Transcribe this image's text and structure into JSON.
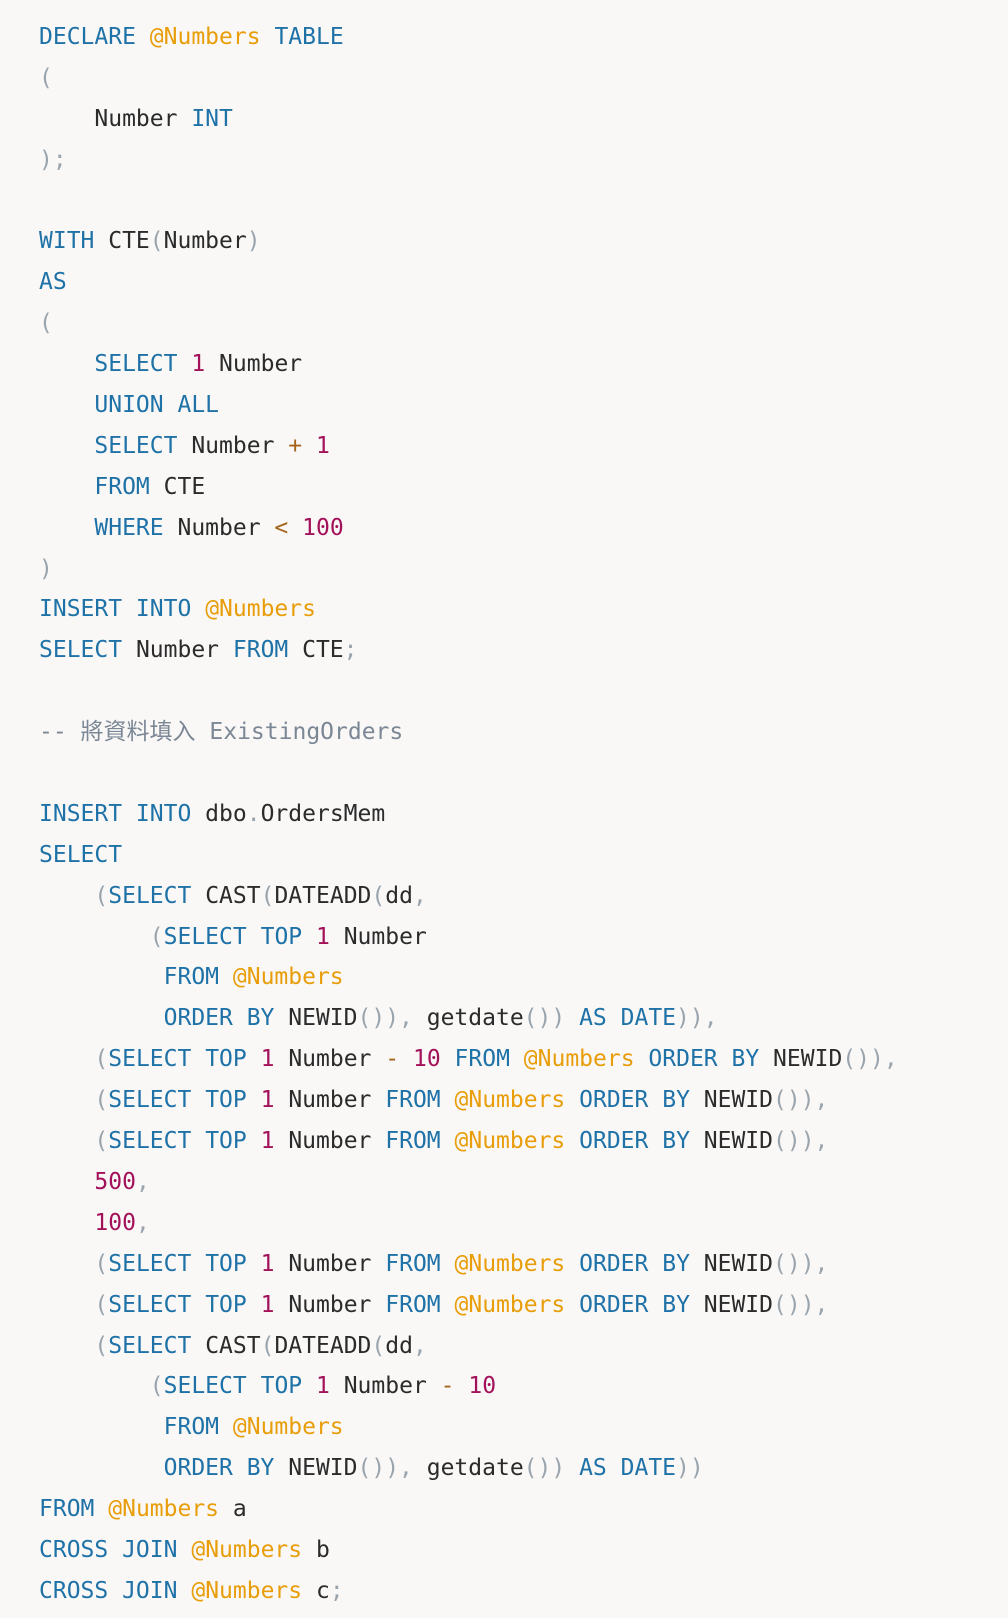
{
  "code": {
    "language": "sql",
    "lines": [
      [
        {
          "t": "DECLARE",
          "c": "kw"
        },
        {
          "t": " ",
          "c": ""
        },
        {
          "t": "@Numbers",
          "c": "var"
        },
        {
          "t": " ",
          "c": ""
        },
        {
          "t": "TABLE",
          "c": "kw"
        }
      ],
      [
        {
          "t": "(",
          "c": "punc"
        }
      ],
      [
        {
          "t": "    Number ",
          "c": ""
        },
        {
          "t": "INT",
          "c": "kw"
        }
      ],
      [
        {
          "t": ");",
          "c": "punc"
        }
      ],
      [],
      [
        {
          "t": "WITH",
          "c": "kw"
        },
        {
          "t": " CTE",
          "c": ""
        },
        {
          "t": "(",
          "c": "punc"
        },
        {
          "t": "Number",
          "c": ""
        },
        {
          "t": ")",
          "c": "punc"
        }
      ],
      [
        {
          "t": "AS",
          "c": "kw"
        }
      ],
      [
        {
          "t": "(",
          "c": "punc"
        }
      ],
      [
        {
          "t": "    ",
          "c": ""
        },
        {
          "t": "SELECT",
          "c": "kw"
        },
        {
          "t": " ",
          "c": ""
        },
        {
          "t": "1",
          "c": "num"
        },
        {
          "t": " Number",
          "c": ""
        }
      ],
      [
        {
          "t": "    ",
          "c": ""
        },
        {
          "t": "UNION ALL",
          "c": "kw"
        }
      ],
      [
        {
          "t": "    ",
          "c": ""
        },
        {
          "t": "SELECT",
          "c": "kw"
        },
        {
          "t": " Number ",
          "c": ""
        },
        {
          "t": "+",
          "c": "op"
        },
        {
          "t": " ",
          "c": ""
        },
        {
          "t": "1",
          "c": "num"
        }
      ],
      [
        {
          "t": "    ",
          "c": ""
        },
        {
          "t": "FROM",
          "c": "kw"
        },
        {
          "t": " CTE",
          "c": ""
        }
      ],
      [
        {
          "t": "    ",
          "c": ""
        },
        {
          "t": "WHERE",
          "c": "kw"
        },
        {
          "t": " Number ",
          "c": ""
        },
        {
          "t": "<",
          "c": "op"
        },
        {
          "t": " ",
          "c": ""
        },
        {
          "t": "100",
          "c": "num"
        }
      ],
      [
        {
          "t": ")",
          "c": "punc"
        }
      ],
      [
        {
          "t": "INSERT INTO",
          "c": "kw"
        },
        {
          "t": " ",
          "c": ""
        },
        {
          "t": "@Numbers",
          "c": "var"
        }
      ],
      [
        {
          "t": "SELECT",
          "c": "kw"
        },
        {
          "t": " Number ",
          "c": ""
        },
        {
          "t": "FROM",
          "c": "kw"
        },
        {
          "t": " CTE",
          "c": ""
        },
        {
          "t": ";",
          "c": "punc"
        }
      ],
      [],
      [
        {
          "t": "-- ",
          "c": "cmt"
        },
        {
          "t": "將資料填入",
          "c": "cmt cmt-cjk"
        },
        {
          "t": " ExistingOrders",
          "c": "cmt"
        }
      ],
      [],
      [
        {
          "t": "INSERT INTO",
          "c": "kw"
        },
        {
          "t": " dbo",
          "c": ""
        },
        {
          "t": ".",
          "c": "punc"
        },
        {
          "t": "OrdersMem",
          "c": ""
        }
      ],
      [
        {
          "t": "SELECT",
          "c": "kw"
        }
      ],
      [
        {
          "t": "    ",
          "c": ""
        },
        {
          "t": "(",
          "c": "punc"
        },
        {
          "t": "SELECT",
          "c": "kw"
        },
        {
          "t": " CAST",
          "c": ""
        },
        {
          "t": "(",
          "c": "punc"
        },
        {
          "t": "DATEADD",
          "c": ""
        },
        {
          "t": "(",
          "c": "punc"
        },
        {
          "t": "dd",
          "c": ""
        },
        {
          "t": ",",
          "c": "punc"
        }
      ],
      [
        {
          "t": "        ",
          "c": ""
        },
        {
          "t": "(",
          "c": "punc"
        },
        {
          "t": "SELECT",
          "c": "kw"
        },
        {
          "t": " ",
          "c": ""
        },
        {
          "t": "TOP",
          "c": "kw"
        },
        {
          "t": " ",
          "c": ""
        },
        {
          "t": "1",
          "c": "num"
        },
        {
          "t": " Number",
          "c": ""
        }
      ],
      [
        {
          "t": "         ",
          "c": ""
        },
        {
          "t": "FROM",
          "c": "kw"
        },
        {
          "t": " ",
          "c": ""
        },
        {
          "t": "@Numbers",
          "c": "var"
        }
      ],
      [
        {
          "t": "         ",
          "c": ""
        },
        {
          "t": "ORDER BY",
          "c": "kw"
        },
        {
          "t": " NEWID",
          "c": ""
        },
        {
          "t": "()),",
          "c": "punc"
        },
        {
          "t": " getdate",
          "c": ""
        },
        {
          "t": "())",
          "c": "punc"
        },
        {
          "t": " ",
          "c": ""
        },
        {
          "t": "AS",
          "c": "kw"
        },
        {
          "t": " ",
          "c": ""
        },
        {
          "t": "DATE",
          "c": "kw"
        },
        {
          "t": ")),",
          "c": "punc"
        }
      ],
      [
        {
          "t": "    ",
          "c": ""
        },
        {
          "t": "(",
          "c": "punc"
        },
        {
          "t": "SELECT",
          "c": "kw"
        },
        {
          "t": " ",
          "c": ""
        },
        {
          "t": "TOP",
          "c": "kw"
        },
        {
          "t": " ",
          "c": ""
        },
        {
          "t": "1",
          "c": "num"
        },
        {
          "t": " Number ",
          "c": ""
        },
        {
          "t": "-",
          "c": "op"
        },
        {
          "t": " ",
          "c": ""
        },
        {
          "t": "10",
          "c": "num"
        },
        {
          "t": " ",
          "c": ""
        },
        {
          "t": "FROM",
          "c": "kw"
        },
        {
          "t": " ",
          "c": ""
        },
        {
          "t": "@Numbers",
          "c": "var"
        },
        {
          "t": " ",
          "c": ""
        },
        {
          "t": "ORDER BY",
          "c": "kw"
        },
        {
          "t": " NEWID",
          "c": ""
        },
        {
          "t": "()),",
          "c": "punc"
        }
      ],
      [
        {
          "t": "    ",
          "c": ""
        },
        {
          "t": "(",
          "c": "punc"
        },
        {
          "t": "SELECT",
          "c": "kw"
        },
        {
          "t": " ",
          "c": ""
        },
        {
          "t": "TOP",
          "c": "kw"
        },
        {
          "t": " ",
          "c": ""
        },
        {
          "t": "1",
          "c": "num"
        },
        {
          "t": " Number ",
          "c": ""
        },
        {
          "t": "FROM",
          "c": "kw"
        },
        {
          "t": " ",
          "c": ""
        },
        {
          "t": "@Numbers",
          "c": "var"
        },
        {
          "t": " ",
          "c": ""
        },
        {
          "t": "ORDER BY",
          "c": "kw"
        },
        {
          "t": " NEWID",
          "c": ""
        },
        {
          "t": "()),",
          "c": "punc"
        }
      ],
      [
        {
          "t": "    ",
          "c": ""
        },
        {
          "t": "(",
          "c": "punc"
        },
        {
          "t": "SELECT",
          "c": "kw"
        },
        {
          "t": " ",
          "c": ""
        },
        {
          "t": "TOP",
          "c": "kw"
        },
        {
          "t": " ",
          "c": ""
        },
        {
          "t": "1",
          "c": "num"
        },
        {
          "t": " Number ",
          "c": ""
        },
        {
          "t": "FROM",
          "c": "kw"
        },
        {
          "t": " ",
          "c": ""
        },
        {
          "t": "@Numbers",
          "c": "var"
        },
        {
          "t": " ",
          "c": ""
        },
        {
          "t": "ORDER BY",
          "c": "kw"
        },
        {
          "t": " NEWID",
          "c": ""
        },
        {
          "t": "()),",
          "c": "punc"
        }
      ],
      [
        {
          "t": "    ",
          "c": ""
        },
        {
          "t": "500",
          "c": "num"
        },
        {
          "t": ",",
          "c": "punc"
        }
      ],
      [
        {
          "t": "    ",
          "c": ""
        },
        {
          "t": "100",
          "c": "num"
        },
        {
          "t": ",",
          "c": "punc"
        }
      ],
      [
        {
          "t": "    ",
          "c": ""
        },
        {
          "t": "(",
          "c": "punc"
        },
        {
          "t": "SELECT",
          "c": "kw"
        },
        {
          "t": " ",
          "c": ""
        },
        {
          "t": "TOP",
          "c": "kw"
        },
        {
          "t": " ",
          "c": ""
        },
        {
          "t": "1",
          "c": "num"
        },
        {
          "t": " Number ",
          "c": ""
        },
        {
          "t": "FROM",
          "c": "kw"
        },
        {
          "t": " ",
          "c": ""
        },
        {
          "t": "@Numbers",
          "c": "var"
        },
        {
          "t": " ",
          "c": ""
        },
        {
          "t": "ORDER BY",
          "c": "kw"
        },
        {
          "t": " NEWID",
          "c": ""
        },
        {
          "t": "()),",
          "c": "punc"
        }
      ],
      [
        {
          "t": "    ",
          "c": ""
        },
        {
          "t": "(",
          "c": "punc"
        },
        {
          "t": "SELECT",
          "c": "kw"
        },
        {
          "t": " ",
          "c": ""
        },
        {
          "t": "TOP",
          "c": "kw"
        },
        {
          "t": " ",
          "c": ""
        },
        {
          "t": "1",
          "c": "num"
        },
        {
          "t": " Number ",
          "c": ""
        },
        {
          "t": "FROM",
          "c": "kw"
        },
        {
          "t": " ",
          "c": ""
        },
        {
          "t": "@Numbers",
          "c": "var"
        },
        {
          "t": " ",
          "c": ""
        },
        {
          "t": "ORDER BY",
          "c": "kw"
        },
        {
          "t": " NEWID",
          "c": ""
        },
        {
          "t": "()),",
          "c": "punc"
        }
      ],
      [
        {
          "t": "    ",
          "c": ""
        },
        {
          "t": "(",
          "c": "punc"
        },
        {
          "t": "SELECT",
          "c": "kw"
        },
        {
          "t": " CAST",
          "c": ""
        },
        {
          "t": "(",
          "c": "punc"
        },
        {
          "t": "DATEADD",
          "c": ""
        },
        {
          "t": "(",
          "c": "punc"
        },
        {
          "t": "dd",
          "c": ""
        },
        {
          "t": ",",
          "c": "punc"
        }
      ],
      [
        {
          "t": "        ",
          "c": ""
        },
        {
          "t": "(",
          "c": "punc"
        },
        {
          "t": "SELECT",
          "c": "kw"
        },
        {
          "t": " ",
          "c": ""
        },
        {
          "t": "TOP",
          "c": "kw"
        },
        {
          "t": " ",
          "c": ""
        },
        {
          "t": "1",
          "c": "num"
        },
        {
          "t": " Number ",
          "c": ""
        },
        {
          "t": "-",
          "c": "op"
        },
        {
          "t": " ",
          "c": ""
        },
        {
          "t": "10",
          "c": "num"
        }
      ],
      [
        {
          "t": "         ",
          "c": ""
        },
        {
          "t": "FROM",
          "c": "kw"
        },
        {
          "t": " ",
          "c": ""
        },
        {
          "t": "@Numbers",
          "c": "var"
        }
      ],
      [
        {
          "t": "         ",
          "c": ""
        },
        {
          "t": "ORDER BY",
          "c": "kw"
        },
        {
          "t": " NEWID",
          "c": ""
        },
        {
          "t": "()),",
          "c": "punc"
        },
        {
          "t": " getdate",
          "c": ""
        },
        {
          "t": "())",
          "c": "punc"
        },
        {
          "t": " ",
          "c": ""
        },
        {
          "t": "AS",
          "c": "kw"
        },
        {
          "t": " ",
          "c": ""
        },
        {
          "t": "DATE",
          "c": "kw"
        },
        {
          "t": "))",
          "c": "punc"
        }
      ],
      [
        {
          "t": "FROM",
          "c": "kw"
        },
        {
          "t": " ",
          "c": ""
        },
        {
          "t": "@Numbers",
          "c": "var"
        },
        {
          "t": " a",
          "c": ""
        }
      ],
      [
        {
          "t": "CROSS JOIN",
          "c": "kw"
        },
        {
          "t": " ",
          "c": ""
        },
        {
          "t": "@Numbers",
          "c": "var"
        },
        {
          "t": " b",
          "c": ""
        }
      ],
      [
        {
          "t": "CROSS JOIN",
          "c": "kw"
        },
        {
          "t": " ",
          "c": ""
        },
        {
          "t": "@Numbers",
          "c": "var"
        },
        {
          "t": " c",
          "c": ""
        },
        {
          "t": ";",
          "c": "punc"
        }
      ]
    ]
  },
  "colors": {
    "background": "#f9f8f7",
    "keyword": "#1f72a7",
    "variable": "#e89d09",
    "number": "#a3115a",
    "punctuation": "#9aa4ad",
    "operator": "#a5641b",
    "comment": "#7b8794",
    "text": "#2b2b2b"
  }
}
